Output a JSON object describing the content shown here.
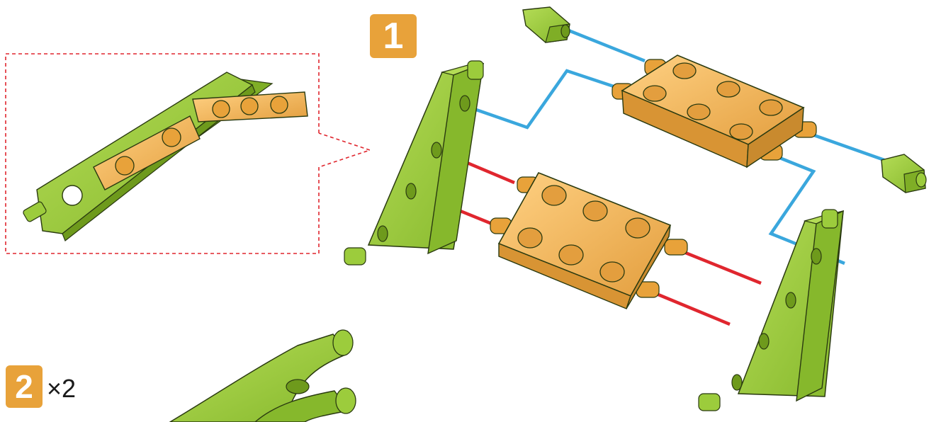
{
  "steps": [
    {
      "number": "1"
    },
    {
      "number": "2",
      "quantity": "×2"
    }
  ],
  "colors": {
    "green_part": "#9ccc3c",
    "green_shade": "#6e9a1c",
    "orange_part": "#f0b456",
    "orange_shade": "#c98a2e",
    "blue_guide": "#3aa7dd",
    "red_guide": "#e0262e",
    "detail_frame": "#e0262e",
    "badge": "#e8a23a"
  },
  "icons": {
    "detail_callout": "dashed-callout-frame",
    "parts": [
      "green-beam-part",
      "orange-plate-part",
      "green-connector-part",
      "green-curved-part"
    ]
  }
}
